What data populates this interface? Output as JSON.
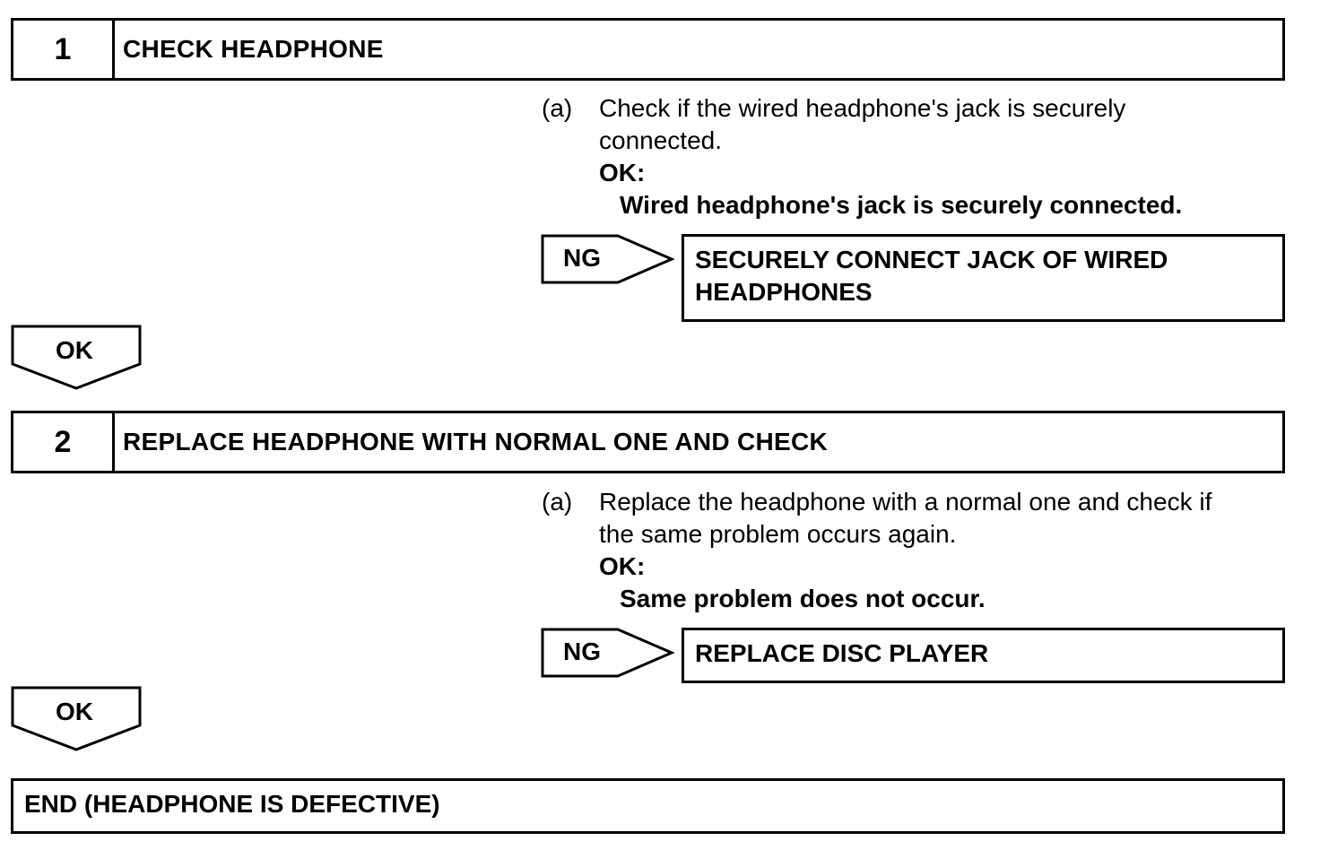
{
  "step1": {
    "number": "1",
    "title": "CHECK HEADPHONE",
    "item_marker": "(a)",
    "instruction_line1": "Check if the wired headphone's jack is securely",
    "instruction_line2": "connected.",
    "ok_label": "OK:",
    "ok_condition": "Wired headphone's jack is securely connected.",
    "ng_label": "NG",
    "ng_action_line1": "SECURELY CONNECT JACK OF WIRED",
    "ng_action_line2": "HEADPHONES",
    "ok_arrow_label": "OK"
  },
  "step2": {
    "number": "2",
    "title": "REPLACE HEADPHONE WITH NORMAL ONE AND CHECK",
    "item_marker": "(a)",
    "instruction_line1": "Replace the headphone with a normal one and check if",
    "instruction_line2": "the same problem occurs again.",
    "ok_label": "OK:",
    "ok_condition": "Same problem does not occur.",
    "ng_label": "NG",
    "ng_action": "REPLACE DISC PLAYER",
    "ok_arrow_label": "OK"
  },
  "end": {
    "text": "END (HEADPHONE IS DEFECTIVE)"
  }
}
